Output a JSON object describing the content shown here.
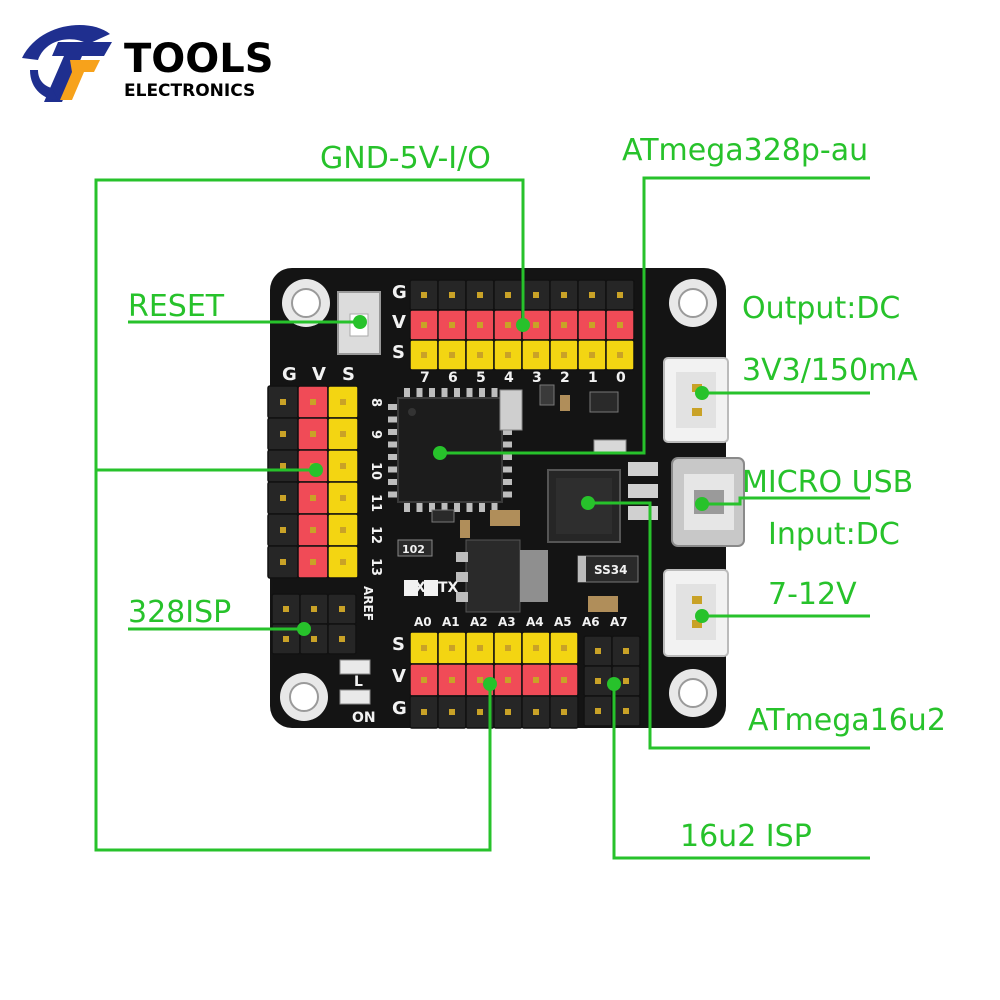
{
  "brand": {
    "name": "TOOLS",
    "sub": "ELECTRONICS",
    "colors": {
      "blue": "#1f2f8f",
      "orange": "#f7a21b"
    }
  },
  "callouts": {
    "gnd_5v_io": "GND-5V-I/O",
    "atmega328p": "ATmega328p-au",
    "reset": "RESET",
    "output_dc": "Output:DC",
    "v33": "3V3/150mA",
    "micro_usb": "MICRO USB",
    "input_dc": "Input:DC",
    "v712": "7-12V",
    "isp328": "328ISP",
    "atmega16u2": "ATmega16u2",
    "isp16u2": "16u2 ISP"
  },
  "board_silk": {
    "g": "G",
    "v": "V",
    "s": "S",
    "top_pins": [
      "7",
      "6",
      "5",
      "4",
      "3",
      "2",
      "1",
      "0"
    ],
    "left_pins": [
      "8",
      "9",
      "10",
      "11",
      "12",
      "13"
    ],
    "bottom_pins": [
      "A0",
      "A1",
      "A2",
      "A3",
      "A4",
      "A5",
      "A6",
      "A7"
    ],
    "aref": "AREF",
    "rx": "RX",
    "tx": "TX",
    "l": "L",
    "on": "ON",
    "resistor": "102",
    "diode": "SS34"
  },
  "colors": {
    "callout_green": "#27c22b",
    "board": "#141414",
    "header_red": "#f04b57",
    "header_yellow": "#f3d512",
    "header_black": "#262626",
    "gold_pin": "#c9a227"
  }
}
